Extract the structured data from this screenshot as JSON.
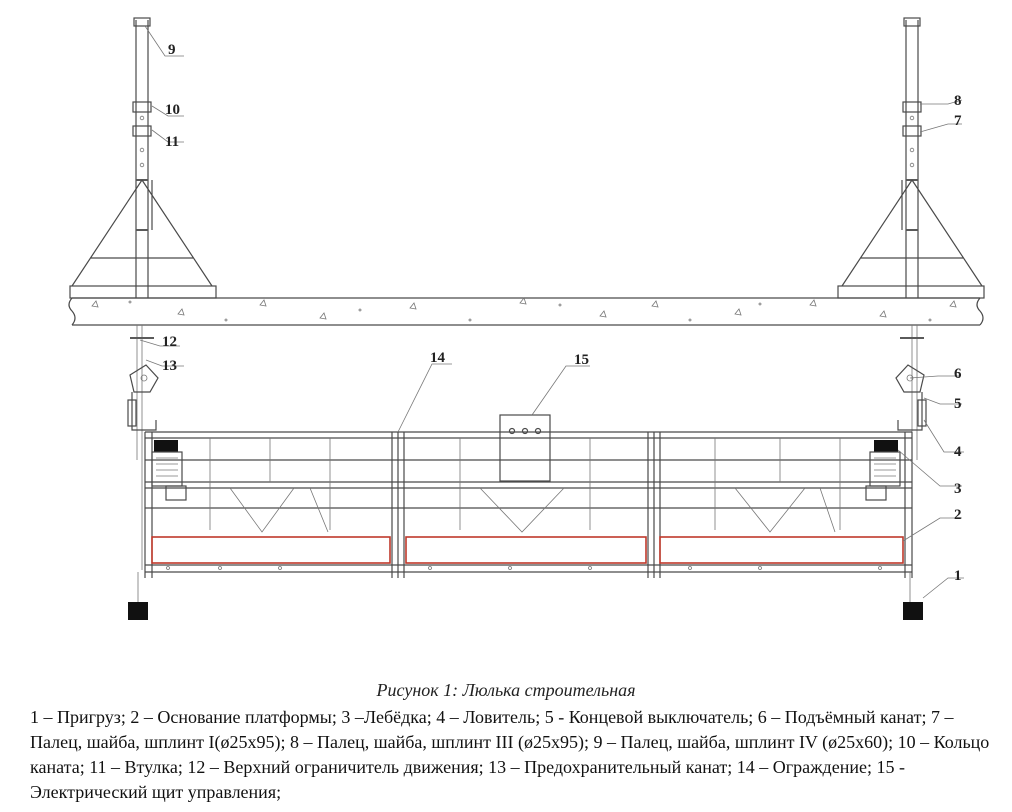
{
  "figure": {
    "callouts": [
      "1",
      "2",
      "3",
      "4",
      "5",
      "6",
      "7",
      "8",
      "9",
      "10",
      "11",
      "12",
      "13",
      "14",
      "15"
    ]
  },
  "caption": {
    "title": "Рисунок 1: Люлька строительная",
    "legend_items": [
      "1 –  Пригруз; ",
      "2 –  Основание платформы; ",
      "3 –Лебёдка; ",
      "4 – Ловитель; ",
      "5 - Концевой выключатель; ",
      "6 – Подъёмный канат; ",
      "7 – Палец, шайба, шплинт I(ø25х95); ",
      "8 – Палец, шайба, шплинт III (ø25х95); ",
      "9 – Палец, шайба, шплинт IV (ø25х60); ",
      "10 – Кольцо каната; ",
      "11 – Втулка; ",
      "12 – Верхний ограничитель движения; ",
      "13 – Предохранительный канат; ",
      "14 – Ограждение; ",
      "15 -  Электрический щит управления;"
    ]
  }
}
